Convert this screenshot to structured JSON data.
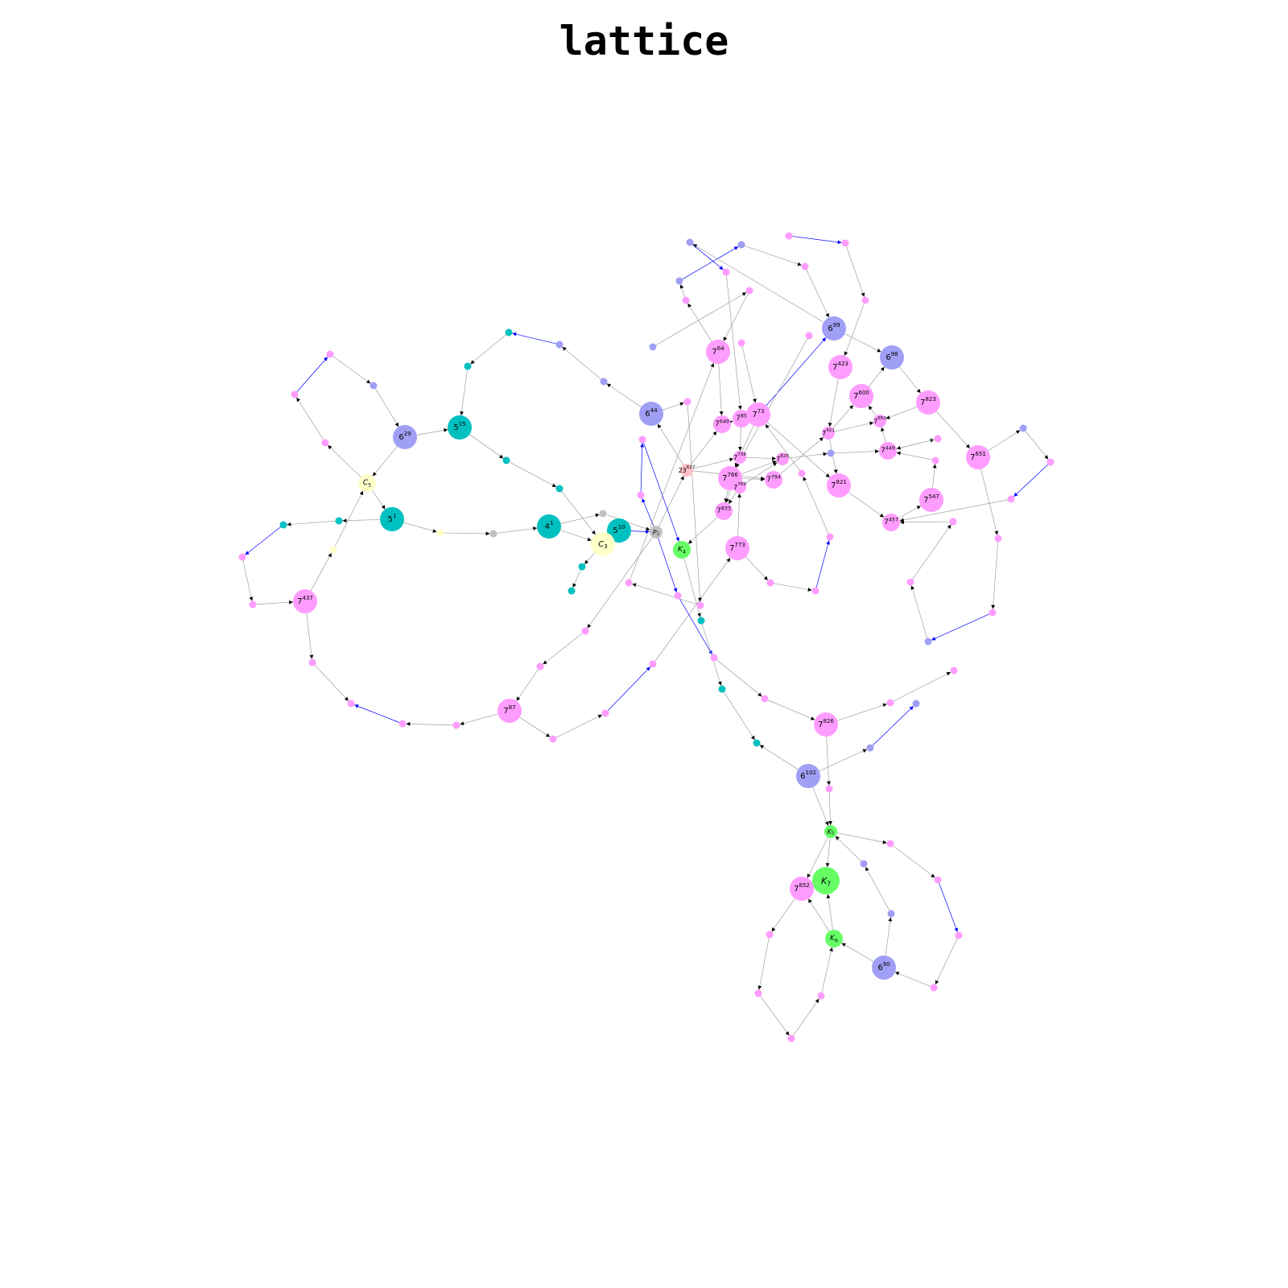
{
  "title": "lattice",
  "colors": {
    "cyan": "#00c0c0",
    "periwinkle": "#9f9ff5",
    "pink": "#ff9cff",
    "green": "#66ff66",
    "yellow": "#ffffc8",
    "gray": "#c0c0c0",
    "salmon": "#ffc0c8",
    "edge_gray": "#a0a0a0",
    "edge_blue": "#0000ff"
  },
  "nodes": [
    {
      "id": "n5_1",
      "base": "5",
      "sup": "1",
      "sub": "",
      "color": "cyan",
      "size": "big"
    },
    {
      "id": "n5_15",
      "base": "5",
      "sup": "15",
      "sub": "",
      "color": "cyan",
      "size": "big"
    },
    {
      "id": "n5_10",
      "base": "5",
      "sup": "10",
      "sub": "",
      "color": "cyan",
      "size": "big"
    },
    {
      "id": "n4_1",
      "base": "4",
      "sup": "1",
      "sub": "",
      "color": "cyan",
      "size": "big"
    },
    {
      "id": "n6_29",
      "base": "6",
      "sup": "29",
      "sub": "",
      "color": "periwinkle",
      "size": "big"
    },
    {
      "id": "n6_44",
      "base": "6",
      "sup": "44",
      "sub": "",
      "color": "periwinkle",
      "size": "big"
    },
    {
      "id": "n6_99",
      "base": "6",
      "sup": "99",
      "sub": "",
      "color": "periwinkle",
      "size": "big"
    },
    {
      "id": "n6_98",
      "base": "6",
      "sup": "98",
      "sub": "",
      "color": "periwinkle",
      "size": "big"
    },
    {
      "id": "n6_102",
      "base": "6",
      "sup": "102",
      "sub": "",
      "color": "periwinkle",
      "size": "big"
    },
    {
      "id": "n6_90",
      "base": "6",
      "sup": "90",
      "sub": "",
      "color": "periwinkle",
      "size": "big"
    },
    {
      "id": "nC5",
      "base": "C",
      "sup": "",
      "sub": "5",
      "color": "yellow",
      "size": "mid"
    },
    {
      "id": "nC3",
      "base": "C",
      "sup": "",
      "sub": "3",
      "color": "yellow",
      "size": "big"
    },
    {
      "id": "nP2",
      "base": "P",
      "sup": "",
      "sub": "2",
      "color": "gray",
      "size": "small"
    },
    {
      "id": "nK4",
      "base": "K",
      "sup": "",
      "sub": "4",
      "color": "green",
      "size": "mid"
    },
    {
      "id": "nK5",
      "base": "K",
      "sup": "",
      "sub": "5",
      "color": "green",
      "size": "small"
    },
    {
      "id": "nK6",
      "base": "K",
      "sup": "",
      "sub": "6",
      "color": "green",
      "size": "mid"
    },
    {
      "id": "nK7",
      "base": "K",
      "sup": "",
      "sub": "7",
      "color": "green",
      "size": "huge"
    },
    {
      "id": "n23_627",
      "base": "23",
      "sup": "627",
      "sub": "",
      "color": "salmon",
      "size": "small"
    },
    {
      "id": "n7_64",
      "base": "7",
      "sup": "64",
      "sub": "",
      "color": "pink",
      "size": "big"
    },
    {
      "id": "n7_73",
      "base": "7",
      "sup": "73",
      "sub": "",
      "color": "pink",
      "size": "big"
    },
    {
      "id": "n7_85",
      "base": "7",
      "sup": "85",
      "sub": "",
      "color": "pink",
      "size": "mid"
    },
    {
      "id": "n7_649",
      "base": "7",
      "sup": "649",
      "sub": "",
      "color": "pink",
      "size": "mid"
    },
    {
      "id": "n7_423",
      "base": "7",
      "sup": "423",
      "sub": "",
      "color": "pink",
      "size": "big"
    },
    {
      "id": "n7_600",
      "base": "7",
      "sup": "600",
      "sub": "",
      "color": "pink",
      "size": "big"
    },
    {
      "id": "n7_823",
      "base": "7",
      "sup": "823",
      "sub": "",
      "color": "pink",
      "size": "big"
    },
    {
      "id": "n7_650",
      "base": "7",
      "sup": "650",
      "sub": "",
      "color": "pink",
      "size": "small"
    },
    {
      "id": "n7_421",
      "base": "7",
      "sup": "421",
      "sub": "",
      "color": "pink",
      "size": "small"
    },
    {
      "id": "n7_449",
      "base": "7",
      "sup": "449",
      "sub": "",
      "color": "pink",
      "size": "mid"
    },
    {
      "id": "n7_651",
      "base": "7",
      "sup": "651",
      "sub": "",
      "color": "pink",
      "size": "big"
    },
    {
      "id": "n7_738",
      "base": "7",
      "sup": "738",
      "sub": "",
      "color": "pink",
      "size": "small"
    },
    {
      "id": "n7_825",
      "base": "7",
      "sup": "825",
      "sub": "",
      "color": "pink",
      "size": "small"
    },
    {
      "id": "n7_766",
      "base": "7",
      "sup": "766",
      "sub": "",
      "color": "pink",
      "size": "big"
    },
    {
      "id": "n7_794",
      "base": "7",
      "sup": "794",
      "sub": "",
      "color": "pink",
      "size": "mid"
    },
    {
      "id": "n7_769",
      "base": "7",
      "sup": "769",
      "sub": "",
      "color": "pink",
      "size": "small"
    },
    {
      "id": "n7_821",
      "base": "7",
      "sup": "821",
      "sub": "",
      "color": "pink",
      "size": "big"
    },
    {
      "id": "n7_547",
      "base": "7",
      "sup": "547",
      "sub": "",
      "color": "pink",
      "size": "big"
    },
    {
      "id": "n7_457",
      "base": "7",
      "sup": "457",
      "sub": "",
      "color": "pink",
      "size": "mid"
    },
    {
      "id": "n7_833",
      "base": "7",
      "sup": "833",
      "sub": "",
      "color": "pink",
      "size": "mid"
    },
    {
      "id": "n7_773",
      "base": "7",
      "sup": "773",
      "sub": "",
      "color": "pink",
      "size": "big"
    },
    {
      "id": "n7_437",
      "base": "7",
      "sup": "437",
      "sub": "",
      "color": "pink",
      "size": "big"
    },
    {
      "id": "n7_87",
      "base": "7",
      "sup": "87",
      "sub": "",
      "color": "pink",
      "size": "big"
    },
    {
      "id": "n7_826",
      "base": "7",
      "sup": "826",
      "sub": "",
      "color": "pink",
      "size": "big"
    },
    {
      "id": "n7_852",
      "base": "7",
      "sup": "852",
      "sub": "",
      "color": "pink",
      "size": "big"
    },
    {
      "id": "d1",
      "color": "pink"
    },
    {
      "id": "d2",
      "color": "pink"
    },
    {
      "id": "d3",
      "color": "pink"
    },
    {
      "id": "d4",
      "color": "periwinkle"
    },
    {
      "id": "d5",
      "color": "cyan"
    },
    {
      "id": "d6",
      "color": "cyan"
    },
    {
      "id": "d7",
      "color": "pink"
    },
    {
      "id": "d8",
      "color": "pink"
    },
    {
      "id": "d9",
      "color": "pink"
    },
    {
      "id": "d10",
      "color": "cyan"
    },
    {
      "id": "d11",
      "color": "periwinkle"
    },
    {
      "id": "d12",
      "color": "periwinkle"
    },
    {
      "id": "d13",
      "color": "cyan"
    },
    {
      "id": "d14",
      "color": "cyan"
    },
    {
      "id": "d15",
      "color": "cyan"
    },
    {
      "id": "d16",
      "color": "gray"
    },
    {
      "id": "d17",
      "color": "yellow"
    },
    {
      "id": "d18",
      "color": "gray"
    },
    {
      "id": "d19",
      "color": "cyan"
    },
    {
      "id": "d20",
      "color": "cyan"
    },
    {
      "id": "d21",
      "color": "yellow"
    },
    {
      "id": "d22",
      "color": "pink"
    },
    {
      "id": "d23",
      "color": "pink"
    },
    {
      "id": "d24",
      "color": "pink"
    },
    {
      "id": "d25",
      "color": "pink"
    },
    {
      "id": "d26",
      "color": "pink"
    },
    {
      "id": "d27",
      "color": "pink"
    },
    {
      "id": "d28",
      "color": "pink"
    },
    {
      "id": "d29",
      "color": "pink"
    },
    {
      "id": "d30",
      "color": "pink"
    },
    {
      "id": "d31",
      "color": "pink"
    },
    {
      "id": "d32",
      "color": "pink"
    },
    {
      "id": "d33",
      "color": "pink"
    },
    {
      "id": "d34",
      "color": "pink"
    },
    {
      "id": "d35",
      "color": "pink"
    },
    {
      "id": "d36",
      "color": "pink"
    },
    {
      "id": "d37",
      "color": "pink"
    },
    {
      "id": "d38",
      "color": "cyan"
    },
    {
      "id": "d39",
      "color": "cyan"
    },
    {
      "id": "d40",
      "color": "cyan"
    },
    {
      "id": "d41",
      "color": "periwinkle"
    },
    {
      "id": "d42",
      "color": "periwinkle"
    },
    {
      "id": "d43",
      "color": "periwinkle"
    },
    {
      "id": "d44",
      "color": "periwinkle"
    },
    {
      "id": "d45",
      "color": "periwinkle"
    },
    {
      "id": "d46",
      "color": "pink"
    },
    {
      "id": "d47",
      "color": "pink"
    },
    {
      "id": "d48",
      "color": "pink"
    },
    {
      "id": "d49",
      "color": "pink"
    },
    {
      "id": "d50",
      "color": "pink"
    },
    {
      "id": "d51",
      "color": "pink"
    },
    {
      "id": "d52",
      "color": "pink"
    },
    {
      "id": "d53",
      "color": "pink"
    },
    {
      "id": "d54",
      "color": "pink"
    },
    {
      "id": "d55",
      "color": "pink"
    },
    {
      "id": "d56",
      "color": "pink"
    },
    {
      "id": "d57",
      "color": "pink"
    },
    {
      "id": "d58",
      "color": "pink"
    },
    {
      "id": "d59",
      "color": "periwinkle"
    },
    {
      "id": "d60",
      "color": "periwinkle"
    },
    {
      "id": "d61",
      "color": "pink"
    },
    {
      "id": "d62",
      "color": "periwinkle"
    },
    {
      "id": "d63",
      "color": "pink"
    },
    {
      "id": "d64",
      "color": "periwinkle"
    },
    {
      "id": "d65",
      "color": "pink"
    },
    {
      "id": "d66",
      "color": "pink"
    },
    {
      "id": "d67",
      "color": "pink"
    },
    {
      "id": "d68",
      "color": "pink"
    },
    {
      "id": "d69",
      "color": "periwinkle"
    },
    {
      "id": "d70",
      "color": "pink"
    },
    {
      "id": "d71",
      "color": "pink"
    },
    {
      "id": "d72",
      "color": "pink"
    },
    {
      "id": "d73",
      "color": "pink"
    },
    {
      "id": "d74",
      "color": "pink"
    },
    {
      "id": "d75",
      "color": "pink"
    },
    {
      "id": "d76",
      "color": "pink"
    },
    {
      "id": "d77",
      "color": "pink"
    },
    {
      "id": "d78",
      "color": "pink"
    },
    {
      "id": "d79",
      "color": "periwinkle"
    },
    {
      "id": "d80",
      "color": "pink"
    },
    {
      "id": "d81",
      "color": "pink"
    },
    {
      "id": "d82",
      "color": "pink"
    },
    {
      "id": "d83",
      "color": "periwinkle"
    },
    {
      "id": "d84",
      "color": "pink"
    },
    {
      "id": "d85",
      "color": "pink"
    }
  ],
  "edges": [
    [
      "n5_1",
      "d13",
      "gray"
    ],
    [
      "d13",
      "d14",
      "gray"
    ],
    [
      "d14",
      "d1",
      "blue"
    ],
    [
      "d1",
      "d2",
      "gray"
    ],
    [
      "d2",
      "n7_437",
      "gray"
    ],
    [
      "n7_437",
      "d17",
      "gray"
    ],
    [
      "d17",
      "nC5",
      "gray"
    ],
    [
      "nC5",
      "n5_1",
      "gray"
    ],
    [
      "nC5",
      "d3",
      "gray"
    ],
    [
      "d3",
      "d7",
      "gray"
    ],
    [
      "d7",
      "d8",
      "blue"
    ],
    [
      "d8",
      "d4",
      "gray"
    ],
    [
      "d4",
      "n6_29",
      "gray"
    ],
    [
      "n6_29",
      "nC5",
      "gray"
    ],
    [
      "n6_29",
      "n5_15",
      "gray"
    ],
    [
      "n5_15",
      "d15",
      "gray"
    ],
    [
      "d15",
      "d19",
      "gray"
    ],
    [
      "d19",
      "nC3",
      "gray"
    ],
    [
      "d6",
      "n5_15",
      "gray"
    ],
    [
      "d5",
      "d6",
      "gray"
    ],
    [
      "d11",
      "d5",
      "blue"
    ],
    [
      "d12",
      "d11",
      "gray"
    ],
    [
      "n6_44",
      "d12",
      "gray"
    ],
    [
      "n5_1",
      "d21",
      "gray"
    ],
    [
      "d21",
      "d18",
      "gray"
    ],
    [
      "d18",
      "n4_1",
      "gray"
    ],
    [
      "n4_1",
      "d16",
      "gray"
    ],
    [
      "d16",
      "nP2",
      "gray"
    ],
    [
      "n4_1",
      "nC3",
      "gray"
    ],
    [
      "nC3",
      "n5_10",
      "gray"
    ],
    [
      "n5_10",
      "nP2",
      "blue"
    ],
    [
      "nC3",
      "d20",
      "gray"
    ],
    [
      "d20",
      "d10",
      "gray"
    ],
    [
      "n7_437",
      "d22",
      "gray"
    ],
    [
      "d22",
      "d23",
      "gray"
    ],
    [
      "d24",
      "d23",
      "blue"
    ],
    [
      "d25",
      "d24",
      "gray"
    ],
    [
      "n7_87",
      "d25",
      "gray"
    ],
    [
      "n7_87",
      "d26",
      "gray"
    ],
    [
      "d26",
      "d27",
      "gray"
    ],
    [
      "d27",
      "d28",
      "blue"
    ],
    [
      "d28",
      "n7_773",
      "gray"
    ],
    [
      "d29",
      "n7_87",
      "gray"
    ],
    [
      "d30",
      "d29",
      "gray"
    ],
    [
      "nP2",
      "d30",
      "gray"
    ],
    [
      "nP2",
      "n23_627",
      "gray"
    ],
    [
      "nP2",
      "d31",
      "blue"
    ],
    [
      "d31",
      "d32",
      "blue"
    ],
    [
      "d32",
      "nK4",
      "blue"
    ],
    [
      "nP2",
      "d33",
      "blue"
    ],
    [
      "d33",
      "d34",
      "blue"
    ],
    [
      "d34",
      "d35",
      "gray"
    ],
    [
      "d35",
      "n7_826",
      "gray"
    ],
    [
      "n7_826",
      "d36",
      "gray"
    ],
    [
      "d36",
      "d37",
      "gray"
    ],
    [
      "nK4",
      "d38",
      "gray"
    ],
    [
      "d38",
      "d39",
      "gray"
    ],
    [
      "d39",
      "d40",
      "gray"
    ],
    [
      "n6_102",
      "d40",
      "gray"
    ],
    [
      "n6_102",
      "d41",
      "gray"
    ],
    [
      "d41",
      "d42",
      "blue"
    ],
    [
      "n6_102",
      "nK5",
      "gray"
    ],
    [
      "n7_826",
      "d46",
      "gray"
    ],
    [
      "d46",
      "nK5",
      "gray"
    ],
    [
      "nK5",
      "n7_852",
      "gray"
    ],
    [
      "nK5",
      "nK7",
      "gray"
    ],
    [
      "nK5",
      "d47",
      "gray"
    ],
    [
      "d47",
      "d48",
      "gray"
    ],
    [
      "d48",
      "d49",
      "blue"
    ],
    [
      "d49",
      "d50",
      "gray"
    ],
    [
      "d50",
      "n6_90",
      "gray"
    ],
    [
      "n6_90",
      "nK6",
      "gray"
    ],
    [
      "n6_90",
      "d43",
      "gray"
    ],
    [
      "d43",
      "d44",
      "gray"
    ],
    [
      "d44",
      "nK5",
      "gray"
    ],
    [
      "nK6",
      "nK7",
      "gray"
    ],
    [
      "nK6",
      "n7_852",
      "gray"
    ],
    [
      "n7_852",
      "d51",
      "gray"
    ],
    [
      "d51",
      "d52",
      "gray"
    ],
    [
      "d52",
      "d53",
      "gray"
    ],
    [
      "d53",
      "d54",
      "gray"
    ],
    [
      "d54",
      "nK6",
      "gray"
    ],
    [
      "n23_627",
      "n6_44",
      "gray"
    ],
    [
      "n23_627",
      "n7_649",
      "gray"
    ],
    [
      "n23_627",
      "n7_738",
      "gray"
    ],
    [
      "n23_627",
      "n7_794",
      "gray"
    ],
    [
      "n6_44",
      "d55",
      "gray"
    ],
    [
      "d55",
      "d56",
      "gray"
    ],
    [
      "d56",
      "d57",
      "gray"
    ],
    [
      "d57",
      "n7_64",
      "gray"
    ],
    [
      "n7_64",
      "n7_649",
      "gray"
    ],
    [
      "n7_64",
      "d58",
      "gray"
    ],
    [
      "d58",
      "d59",
      "gray"
    ],
    [
      "d59",
      "d60",
      "blue"
    ],
    [
      "d60",
      "d61",
      "gray"
    ],
    [
      "d61",
      "n6_99",
      "gray"
    ],
    [
      "n6_99",
      "d62",
      "gray"
    ],
    [
      "d62",
      "d63",
      "blue"
    ],
    [
      "d63",
      "n7_85",
      "gray"
    ],
    [
      "n6_99",
      "n6_98",
      "gray"
    ],
    [
      "n6_98",
      "n7_823",
      "gray"
    ],
    [
      "n7_823",
      "n7_650",
      "gray"
    ],
    [
      "n7_823",
      "n7_651",
      "gray"
    ],
    [
      "n7_651",
      "d64",
      "gray"
    ],
    [
      "d64",
      "d65",
      "gray"
    ],
    [
      "d65",
      "d66",
      "blue"
    ],
    [
      "d66",
      "n7_457",
      "gray"
    ],
    [
      "n7_651",
      "d67",
      "gray"
    ],
    [
      "d67",
      "d68",
      "gray"
    ],
    [
      "d68",
      "d69",
      "blue"
    ],
    [
      "d69",
      "d70",
      "gray"
    ],
    [
      "d70",
      "d71",
      "gray"
    ],
    [
      "d71",
      "n7_457",
      "gray"
    ],
    [
      "n7_457",
      "n7_547",
      "gray"
    ],
    [
      "n7_547",
      "d72",
      "gray"
    ],
    [
      "d72",
      "n7_449",
      "gray"
    ],
    [
      "n7_449",
      "d73",
      "gray"
    ],
    [
      "d73",
      "n7_449",
      "gray"
    ],
    [
      "n7_449",
      "n7_650",
      "gray"
    ],
    [
      "n7_650",
      "n7_600",
      "gray"
    ],
    [
      "n7_600",
      "n6_98",
      "gray"
    ],
    [
      "n7_421",
      "n7_600",
      "gray"
    ],
    [
      "n7_423",
      "n7_421",
      "gray"
    ],
    [
      "d74",
      "n7_423",
      "gray"
    ],
    [
      "d75",
      "d74",
      "gray"
    ],
    [
      "d76",
      "d75",
      "blue"
    ],
    [
      "n7_421",
      "n7_650",
      "gray"
    ],
    [
      "n7_421",
      "n7_821",
      "gray"
    ],
    [
      "n7_821",
      "n7_457",
      "gray"
    ],
    [
      "n7_73",
      "n7_821",
      "gray"
    ],
    [
      "n7_73",
      "n6_99",
      "blue"
    ],
    [
      "d77",
      "n7_73",
      "gray"
    ],
    [
      "n7_649",
      "n7_85",
      "gray"
    ],
    [
      "n7_85",
      "n7_738",
      "gray"
    ],
    [
      "n7_73",
      "n7_766",
      "gray"
    ],
    [
      "n7_738",
      "n7_825",
      "gray"
    ],
    [
      "n7_766",
      "n7_825",
      "gray"
    ],
    [
      "n7_766",
      "n7_794",
      "gray"
    ],
    [
      "n7_769",
      "n7_825",
      "gray"
    ],
    [
      "n7_769",
      "n7_833",
      "gray"
    ],
    [
      "n7_766",
      "n7_833",
      "gray"
    ],
    [
      "n7_738",
      "n7_833",
      "gray"
    ],
    [
      "n7_833",
      "nK4",
      "gray"
    ],
    [
      "n7_773",
      "n7_769",
      "gray"
    ],
    [
      "n7_773",
      "d78",
      "gray"
    ],
    [
      "d78",
      "d80",
      "gray"
    ],
    [
      "d80",
      "d81",
      "blue"
    ],
    [
      "d81",
      "d82",
      "gray"
    ],
    [
      "d82",
      "n7_73",
      "gray"
    ],
    [
      "n7_825",
      "d83",
      "gray"
    ],
    [
      "d83",
      "n7_449",
      "gray"
    ],
    [
      "n7_794",
      "n7_421",
      "gray"
    ],
    [
      "d84",
      "n7_766",
      "gray"
    ],
    [
      "d85",
      "n7_64",
      "gray"
    ],
    [
      "d79",
      "d85",
      "gray"
    ]
  ]
}
